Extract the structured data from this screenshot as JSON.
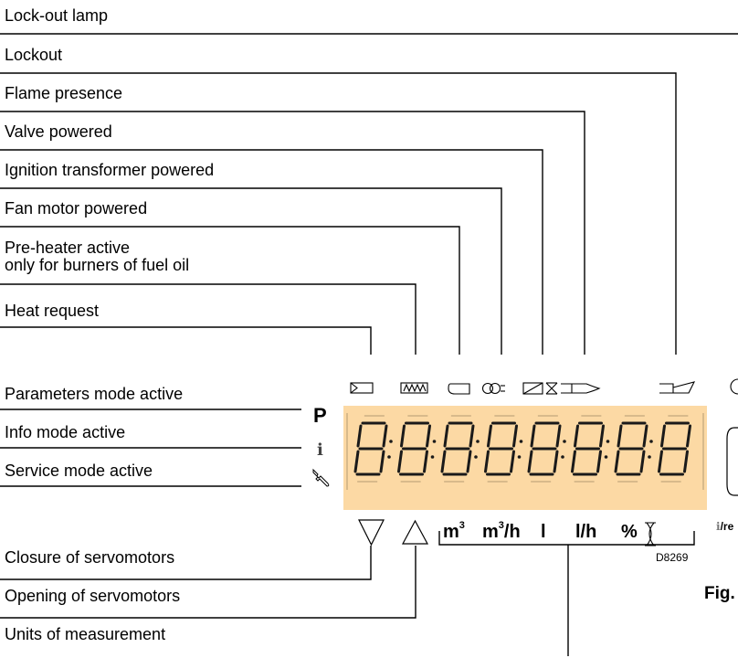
{
  "labels": {
    "lockout_lamp": "Lock-out lamp",
    "lockout": "Lockout",
    "flame_presence": "Flame presence",
    "valve_powered": "Valve powered",
    "ignition_transformer": "Ignition transformer powered",
    "fan_motor": "Fan motor powered",
    "preheater_line1": "Pre-heater active",
    "preheater_line2": "only for burners of fuel oil",
    "heat_request": "Heat request",
    "parameters_mode": "Parameters mode active",
    "info_mode": "Info mode active",
    "service_mode": "Service mode active",
    "closure_servomotors": "Closure of servomotors",
    "opening_servomotors": "Opening of servomotors",
    "units_measurement": "Units of measurement"
  },
  "display": {
    "p_symbol": "P",
    "info_symbol": "ℹ",
    "service_symbol": "wrench-icon",
    "digits": [
      "8",
      "8",
      "8",
      "8",
      "8",
      "8",
      "8",
      "8"
    ],
    "background_color": "#fcd9a4",
    "segment_color": "#1a1a1a"
  },
  "units": {
    "u1_base": "m",
    "u1_exp": "3",
    "u2_base": "m",
    "u2_exp": "3",
    "u2_suffix": "/h",
    "u3": "l",
    "u4": "l/h",
    "u5": "%"
  },
  "side": {
    "info_reset": "/re",
    "figure_label": "Fig.",
    "code": "D8269"
  }
}
